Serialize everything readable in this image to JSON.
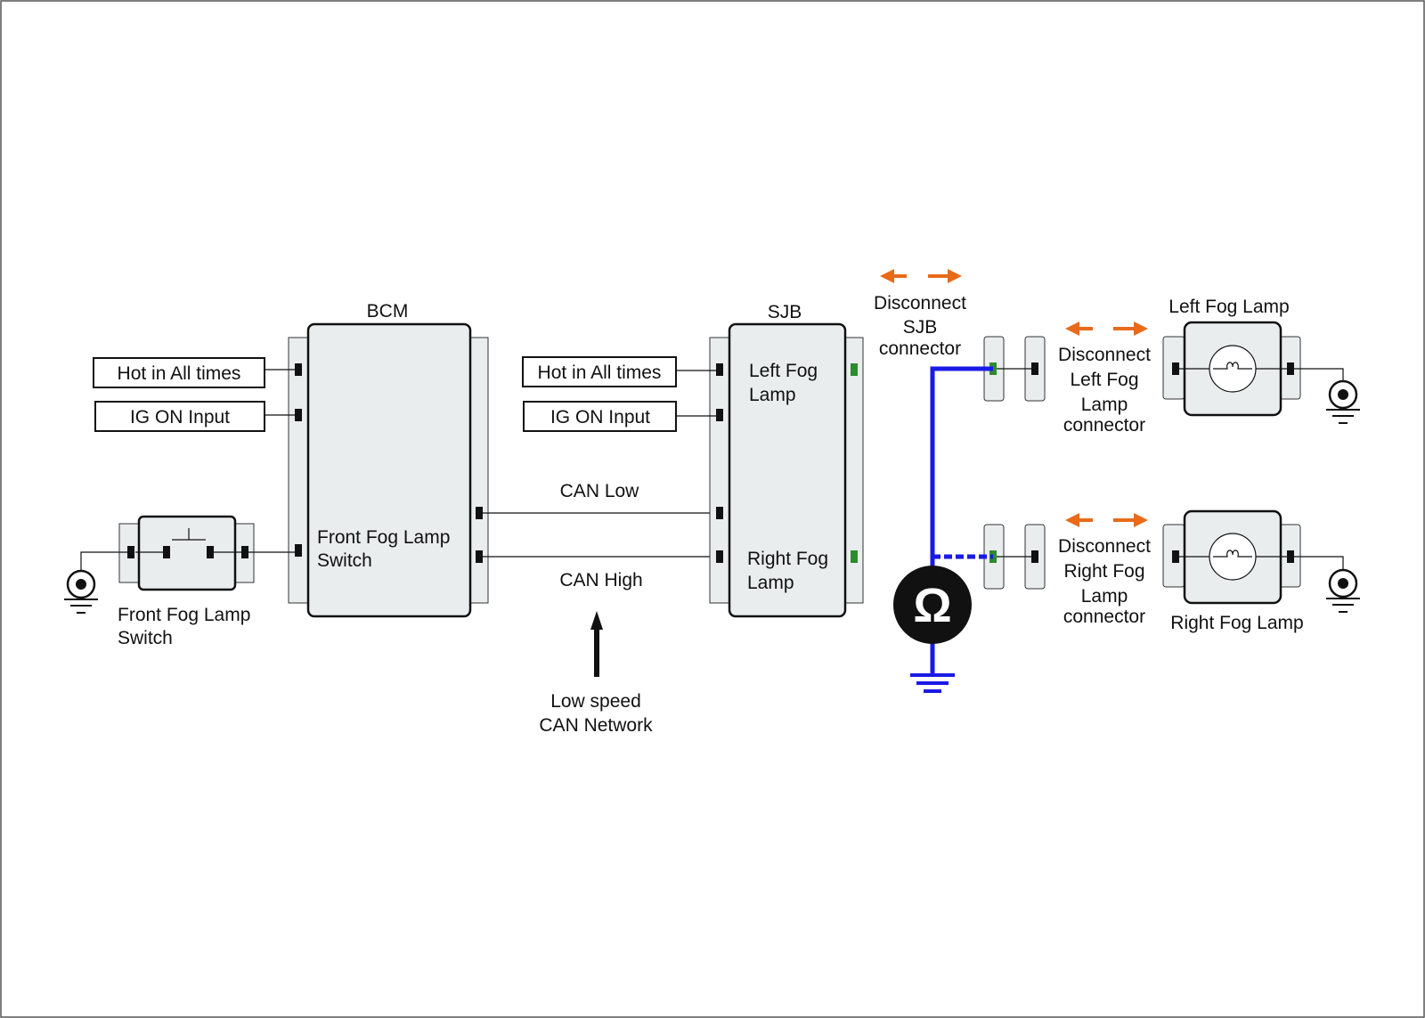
{
  "modules": {
    "bcm": {
      "title": "BCM",
      "internal_label": [
        "Front Fog Lamp",
        "Switch"
      ]
    },
    "sjb": {
      "title": "SJB",
      "left_fog_label": [
        "Left Fog",
        "Lamp"
      ],
      "right_fog_label": [
        "Right Fog",
        "Lamp"
      ]
    }
  },
  "inputs": {
    "bcm_hot": "Hot in All times",
    "bcm_ig": "IG ON Input",
    "sjb_hot": "Hot in All times",
    "sjb_ig": "IG ON Input"
  },
  "bus": {
    "can_low": "CAN Low",
    "can_high": "CAN High",
    "network_label": [
      "Low speed",
      "CAN Network"
    ]
  },
  "switch": {
    "label": [
      "Front Fog Lamp",
      "Switch"
    ]
  },
  "lamps": {
    "left": "Left Fog Lamp",
    "right": "Right Fog Lamp"
  },
  "callouts": {
    "sjb_connector": [
      "Disconnect",
      "SJB",
      "connector"
    ],
    "left_connector": [
      "Disconnect",
      "Left Fog",
      "Lamp",
      "connector"
    ],
    "right_connector": [
      "Disconnect",
      "Right Fog",
      "Lamp",
      "connector"
    ]
  },
  "meter": {
    "symbol": "Ω"
  },
  "colors": {
    "measurement_wire": "#1a1ae6",
    "disconnect_arrow": "#e86a1a",
    "test_pin": "#2e8b2e",
    "module_fill": "#e9eded"
  }
}
